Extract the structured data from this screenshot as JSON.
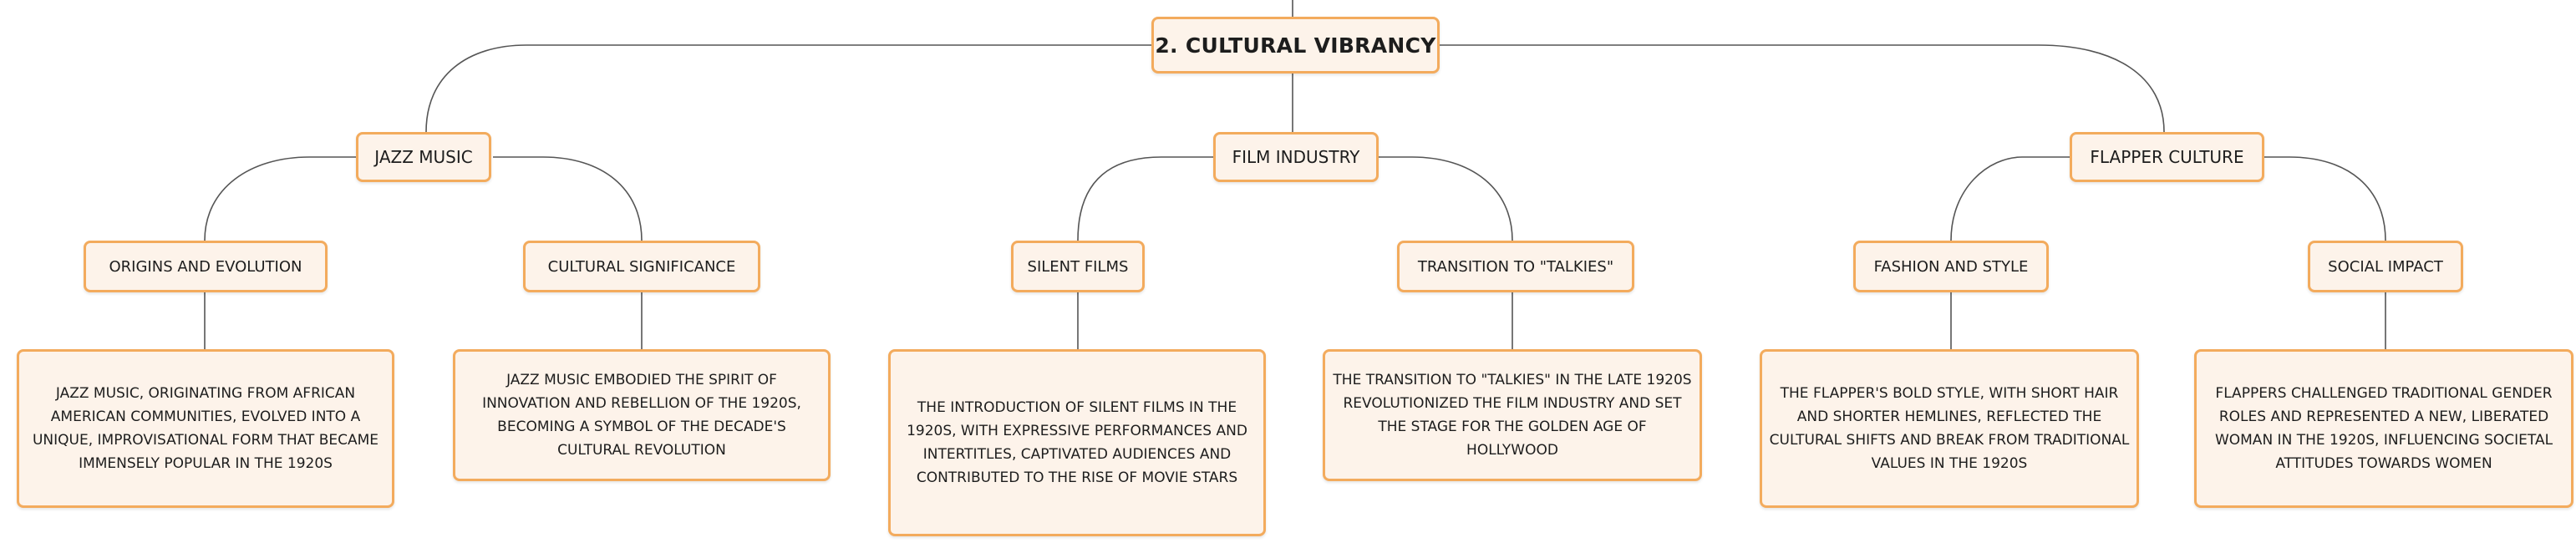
{
  "root": {
    "label": "2. CULTURAL VIBRANCY"
  },
  "branches": [
    {
      "label": "JAZZ MUSIC",
      "children": [
        {
          "label": "ORIGINS AND EVOLUTION",
          "text": "JAZZ MUSIC, ORIGINATING FROM AFRICAN AMERICAN COMMUNITIES, EVOLVED INTO A UNIQUE, IMPROVISATIONAL FORM THAT BECAME IMMENSELY POPULAR IN THE 1920S"
        },
        {
          "label": "CULTURAL SIGNIFICANCE",
          "text": "JAZZ MUSIC EMBODIED THE SPIRIT OF INNOVATION AND REBELLION OF THE 1920S, BECOMING A SYMBOL OF THE DECADE'S CULTURAL REVOLUTION"
        }
      ]
    },
    {
      "label": "FILM INDUSTRY",
      "children": [
        {
          "label": "SILENT FILMS",
          "text": "THE INTRODUCTION OF SILENT FILMS IN THE 1920S, WITH EXPRESSIVE PERFORMANCES AND INTERTITLES, CAPTIVATED AUDIENCES AND CONTRIBUTED TO THE RISE OF MOVIE STARS"
        },
        {
          "label": "TRANSITION TO \"TALKIES\"",
          "text": "THE TRANSITION TO \"TALKIES\" IN THE LATE 1920S REVOLUTIONIZED THE FILM INDUSTRY AND SET THE STAGE FOR THE GOLDEN AGE OF HOLLYWOOD"
        }
      ]
    },
    {
      "label": "FLAPPER CULTURE",
      "children": [
        {
          "label": "FASHION AND STYLE",
          "text": "THE FLAPPER'S BOLD STYLE, WITH SHORT HAIR AND SHORTER HEMLINES, REFLECTED THE CULTURAL SHIFTS AND BREAK FROM TRADITIONAL VALUES IN THE 1920S"
        },
        {
          "label": "SOCIAL IMPACT",
          "text": "FLAPPERS CHALLENGED TRADITIONAL GENDER ROLES AND REPRESENTED A NEW, LIBERATED WOMAN IN THE 1920S, INFLUENCING SOCIETAL ATTITUDES TOWARDS WOMEN"
        }
      ]
    }
  ]
}
